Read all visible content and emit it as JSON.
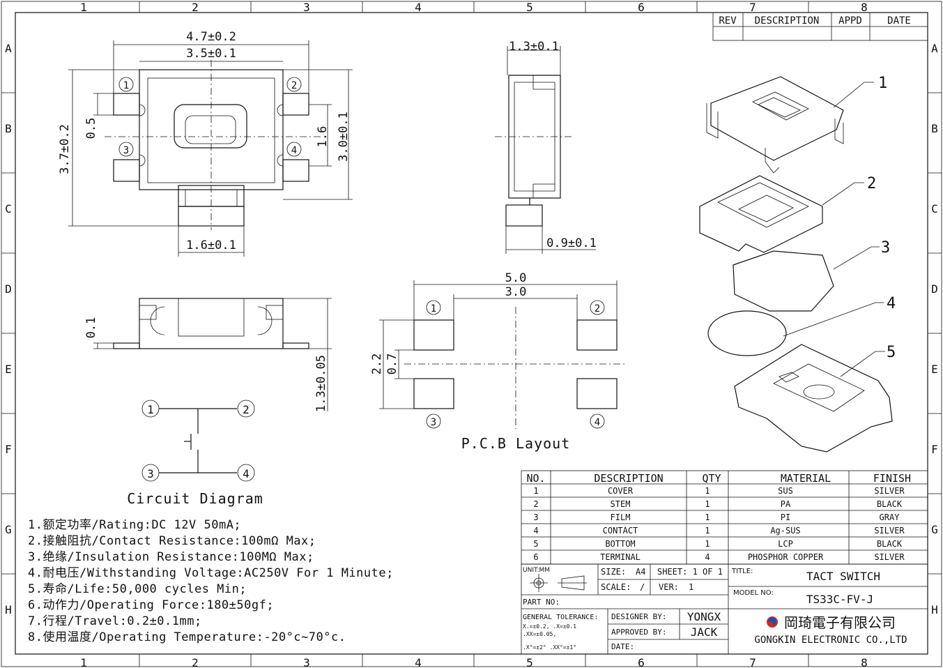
{
  "frame": {
    "cols": [
      "1",
      "2",
      "3",
      "4",
      "5",
      "6",
      "7",
      "8"
    ],
    "rows": [
      "A",
      "B",
      "C",
      "D",
      "E",
      "F",
      "G",
      "H"
    ]
  },
  "revision": {
    "headers": [
      "REV",
      "DESCRIPTION",
      "APPD",
      "DATE"
    ]
  },
  "top_view": {
    "dims": [
      "4.7±0.2",
      "3.5±0.1",
      "3.7±0.2",
      "0.5",
      "1.6",
      "3.0±0.1",
      "1.6±0.1"
    ],
    "pins": [
      "1",
      "2",
      "3",
      "4"
    ]
  },
  "side_view": {
    "dims": [
      "1.3±0.1",
      "0.9±0.1"
    ]
  },
  "front_view": {
    "dims": [
      "0.1",
      "1.3±0.05"
    ]
  },
  "pcb": {
    "dims": [
      "5.0",
      "3.0",
      "2.2",
      "0.7"
    ],
    "pins": [
      "1",
      "2",
      "3",
      "4"
    ],
    "title": "P.C.B Layout"
  },
  "circuit": {
    "pins": [
      "1",
      "2",
      "3",
      "4"
    ],
    "title": "Circuit Diagram"
  },
  "exploded": {
    "labels": [
      "1",
      "2",
      "3",
      "4",
      "5"
    ]
  },
  "notes": [
    "1.额定功率/Rating:DC 12V 50mA;",
    "2.接触阻抗/Contact Resistance:100mΩ Max;",
    "3.绝缘/Insulation Resistance:100MΩ Max;",
    "4.耐电压/Withstanding Voltage:AC250V For 1 Minute;",
    "5.寿命/Life:50,000 cycles Min;",
    "6.动作力/Operating Force:180±50gf;",
    "7.行程/Travel:0.2±0.1mm;",
    "8.使用温度/Operating Temperature:-20°c~70°c."
  ],
  "bom": {
    "headers": [
      "NO.",
      "DESCRIPTION",
      "QTY",
      "MATERIAL",
      "FINISH"
    ],
    "rows": [
      [
        "1",
        "COVER",
        "1",
        "SUS",
        "SILVER"
      ],
      [
        "2",
        "STEM",
        "1",
        "PA",
        "BLACK"
      ],
      [
        "3",
        "FILM",
        "1",
        "PI",
        "GRAY"
      ],
      [
        "4",
        "CONTACT",
        "1",
        "Ag-SUS",
        "SILVER"
      ],
      [
        "5",
        "BOTTOM",
        "1",
        "LCP",
        "BLACK"
      ],
      [
        "6",
        "TERMINAL",
        "4",
        "PHOSPHOR COPPER",
        "SILVER"
      ]
    ]
  },
  "title_block": {
    "unit_label": "UNIT:MM",
    "size_label": "SIZE:",
    "size_value": "A4",
    "sheet_label": "SHEET: 1 OF 1",
    "scale_label": "SCALE:",
    "scale_value": "/",
    "ver_label": "VER:",
    "ver_value": "1",
    "title_label": "TITLE:",
    "title_value": "TACT SWITCH",
    "model_label": "MODEL NO:",
    "model_value": "TS33C-FV-J",
    "part_label": "PART NO:",
    "tol_label": "GENERAL TOLERANCE:",
    "tol_line1": "X.=±0.2,    .X=±0.1",
    "tol_line2": ".XX=±0.05,",
    "tol_line3": ".X°=±2°  .XX°=±1°",
    "designer_label": "DESIGNER BY:",
    "designer_value": "YONGX",
    "approved_label": "APPROVED BY:",
    "approved_value": "JACK",
    "date_label": "DATE:",
    "company_cn": "岡琦電子有限公司",
    "company_en": "GONGKIN ELECTRONIC CO.,LTD"
  },
  "colors": {
    "logo_red": "#d42a1e",
    "logo_blue": "#1f4fa8"
  }
}
